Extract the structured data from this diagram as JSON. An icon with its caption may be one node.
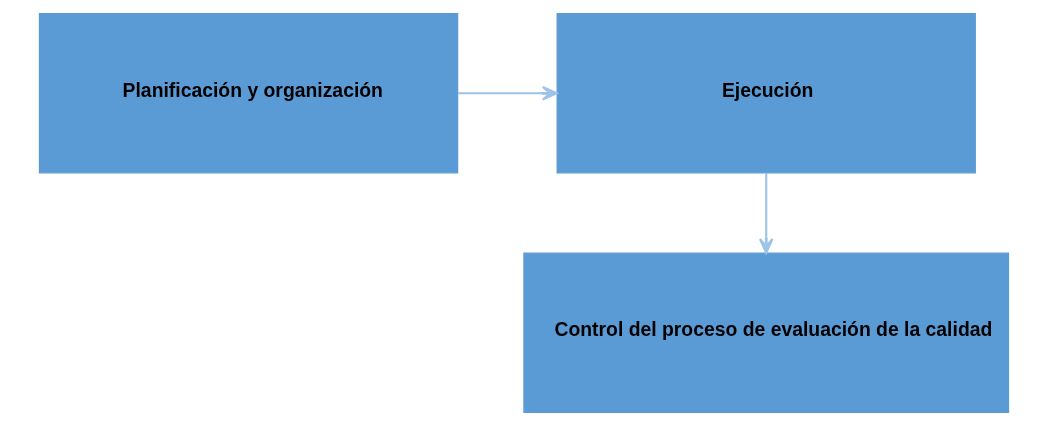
{
  "diagram": {
    "nodes": [
      {
        "text": [
          "Planificación y organización"
        ]
      },
      {
        "text": [
          "Ejecución"
        ]
      },
      {
        "text": [
          "Control del proceso de evaluación de la calidad"
        ]
      }
    ],
    "edges": [
      {
        "from": 0,
        "to": 1,
        "arrow": "to"
      },
      {
        "from": 1,
        "to": 2,
        "arrow": "to"
      }
    ]
  }
}
